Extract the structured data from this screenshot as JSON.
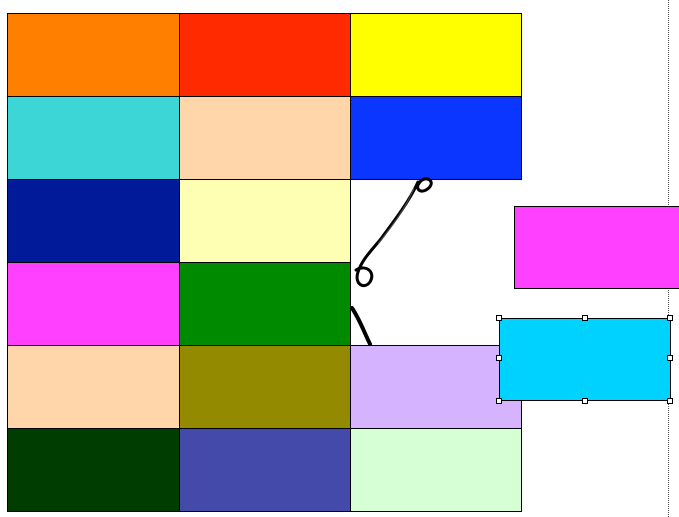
{
  "canvas": {
    "background": "#ffffff",
    "page_edge": "dotted"
  },
  "palette_grid": {
    "rows": 6,
    "cols": 3,
    "cells": [
      [
        "#ff7f00",
        "#ff2a00",
        "#ffff00"
      ],
      [
        "#3cd6d6",
        "#ffd6aa",
        "#0a36ff"
      ],
      [
        "#001a99",
        "#ffffb3",
        "#ffffff"
      ],
      [
        "#ff40ff",
        "#008a00",
        "#ffffff"
      ],
      [
        "#ffd6aa",
        "#948a00",
        "#d6b3ff"
      ],
      [
        "#003d00",
        "#444aaa",
        "#d6ffd6"
      ]
    ]
  },
  "loose_shapes": [
    {
      "name": "magenta-rectangle",
      "color": "#ff40ff",
      "selected": false
    },
    {
      "name": "cyan-rectangle",
      "color": "#00d2ff",
      "selected": true
    }
  ],
  "drawing": {
    "name": "ink-stroke",
    "color": "#000000"
  }
}
